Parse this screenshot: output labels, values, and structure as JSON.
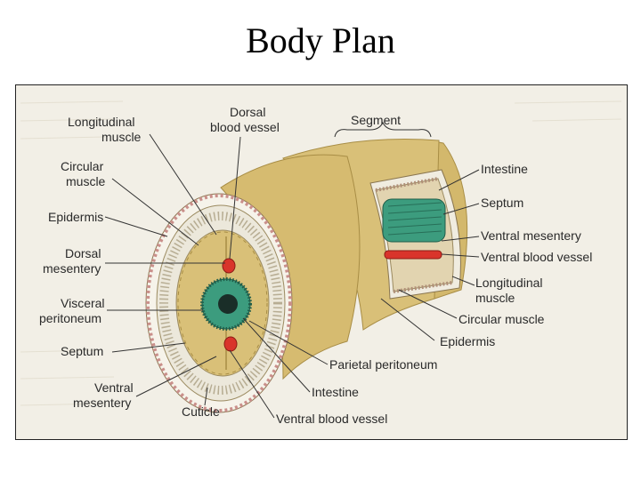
{
  "title": "Body Plan",
  "labels": {
    "longitudinal_muscle_left": [
      "Longitudinal",
      "muscle"
    ],
    "dorsal_blood_vessel": [
      "Dorsal",
      "blood vessel"
    ],
    "segment": "Segment",
    "circular_muscle_left": [
      "Circular",
      "muscle"
    ],
    "epidermis_left": "Epidermis",
    "dorsal_mesentery": [
      "Dorsal",
      "mesentery"
    ],
    "visceral_peritoneum": [
      "Visceral",
      "peritoneum"
    ],
    "septum_left": "Septum",
    "ventral_mesentery_left": [
      "Ventral",
      "mesentery"
    ],
    "cuticle": "Cuticle",
    "intestine_right": "Intestine",
    "septum_right": "Septum",
    "ventral_mesentery_right": "Ventral mesentery",
    "ventral_blood_vessel_right": "Ventral blood vessel",
    "longitudinal_muscle_right": [
      "Longitudinal",
      "muscle"
    ],
    "circular_muscle_right": "Circular muscle",
    "epidermis_right": "Epidermis",
    "parietal_peritoneum": "Parietal peritoneum",
    "intestine_bottom": "Intestine",
    "ventral_blood_vessel_bottom": "Ventral blood vessel"
  },
  "colors": {
    "body": "#d9c078",
    "body_dark": "#c2a45a",
    "muscle_ring": "#e9e5d6",
    "epidermis": "#c98f8a",
    "intestine": "#3c9c7e",
    "blood_vessel": "#d9342b",
    "panel_bg": "#f2efe6"
  }
}
